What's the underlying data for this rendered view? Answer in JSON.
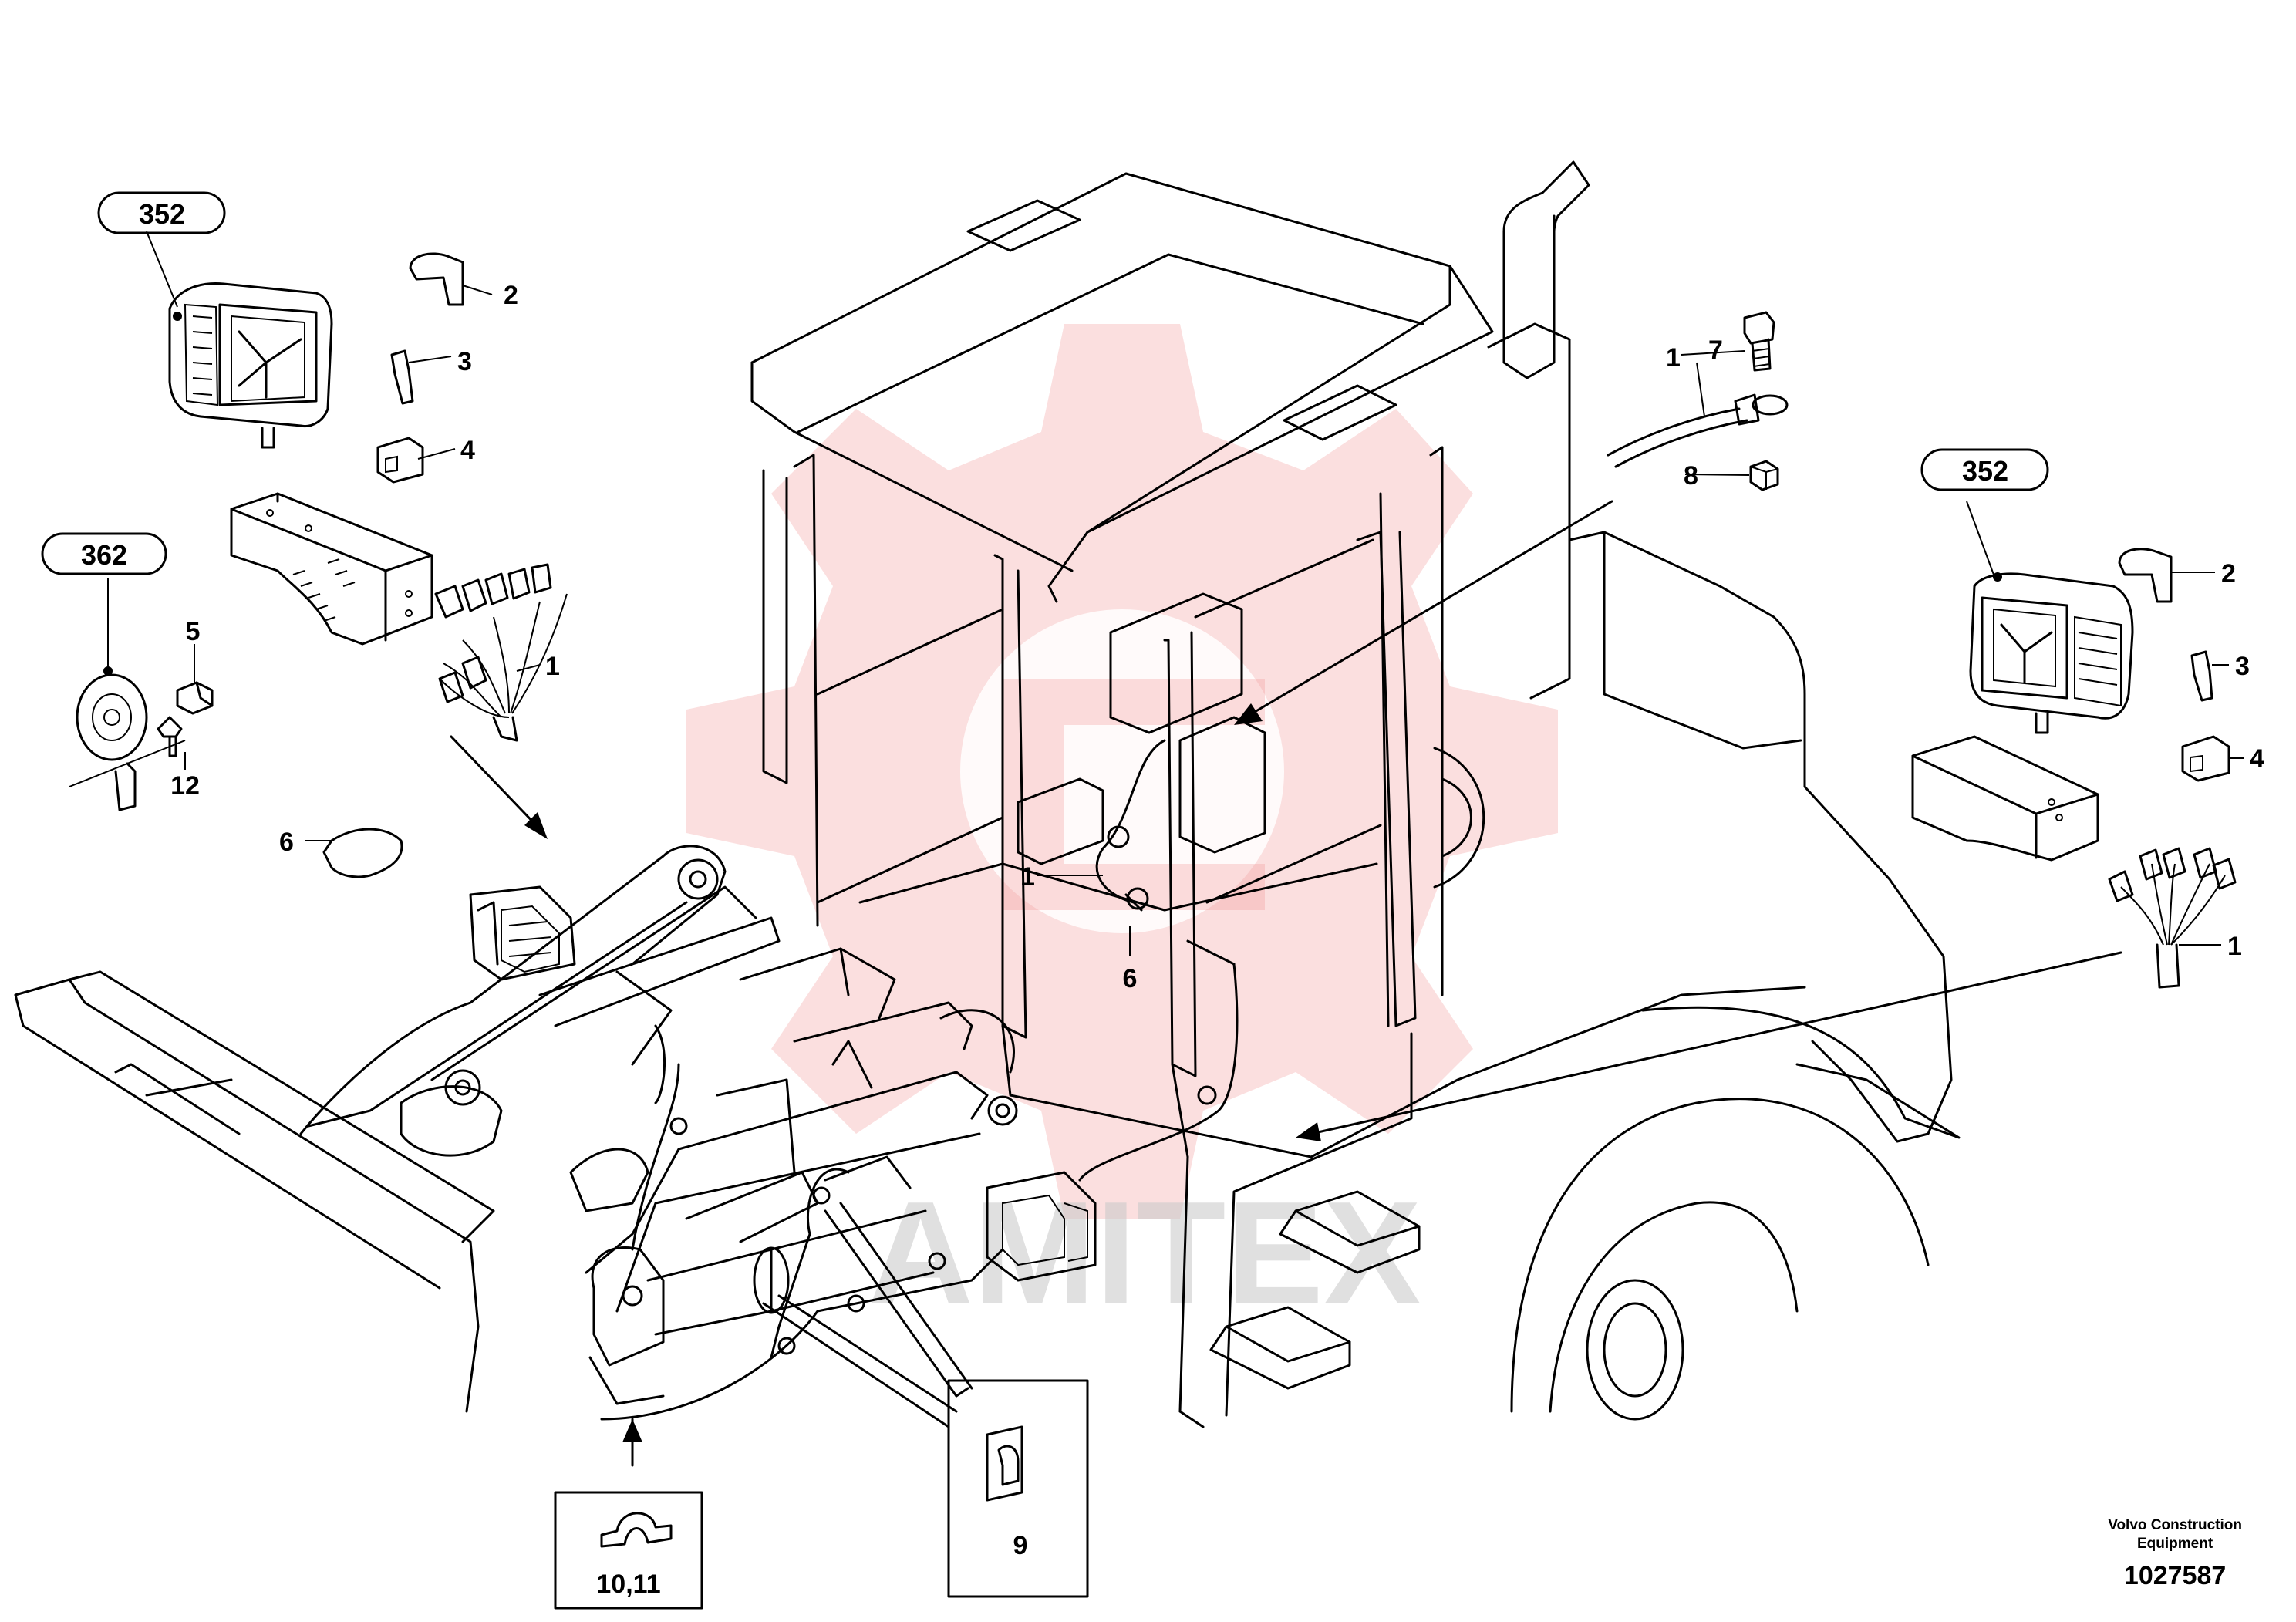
{
  "callouts": {
    "ref_352_left": "352",
    "ref_352_right": "352",
    "ref_362": "362",
    "item_2_left": "2",
    "item_3_left": "3",
    "item_4_left": "4",
    "item_1_harness_left": "1",
    "item_5": "5",
    "item_12": "12",
    "item_6_left": "6",
    "item_1_top": "1",
    "item_7": "7",
    "item_8": "8",
    "item_1_cab": "1",
    "item_6_cab": "6",
    "item_2_right": "2",
    "item_3_right": "3",
    "item_4_right": "4",
    "item_1_harness_right": "1",
    "item_9": "9",
    "item_10_11": "10,11"
  },
  "footer": {
    "manufacturer_line1": "Volvo Construction",
    "manufacturer_line2": "Equipment",
    "document_number": "1027587"
  },
  "watermark": {
    "text": "AMITEX",
    "color": "#f08c8c"
  },
  "colors": {
    "line": "#000000",
    "background": "#ffffff"
  }
}
